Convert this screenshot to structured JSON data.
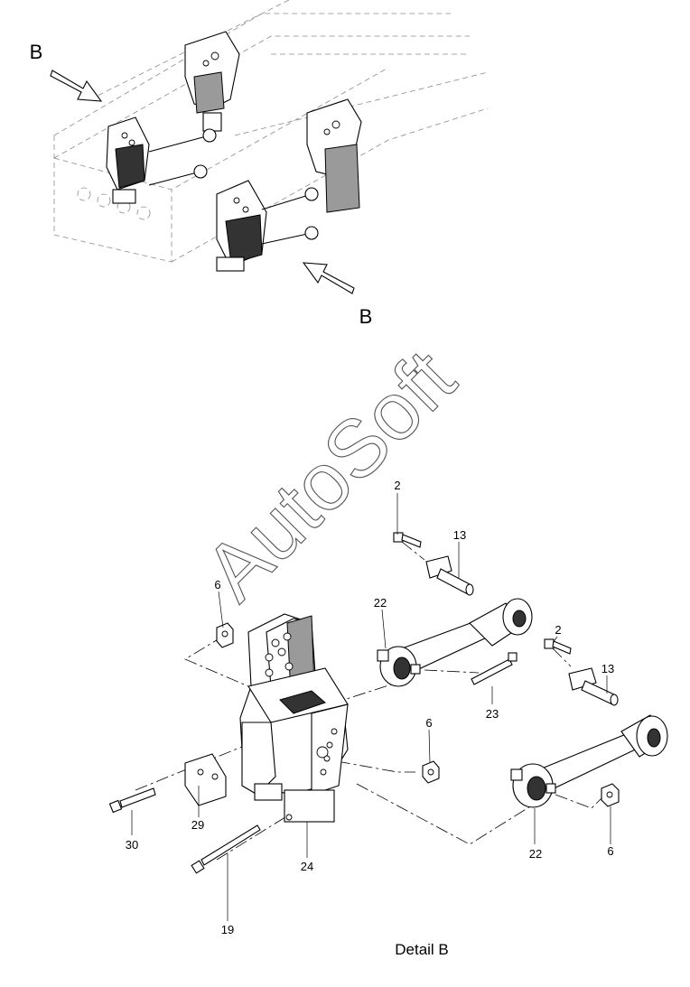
{
  "overview": {
    "view_marker_top": "B",
    "view_marker_bottom": "B"
  },
  "watermark": "AutoSoft",
  "callouts": [
    {
      "id": "c2a",
      "text": "2"
    },
    {
      "id": "c13a",
      "text": "13"
    },
    {
      "id": "c6a",
      "text": "6"
    },
    {
      "id": "c22a",
      "text": "22"
    },
    {
      "id": "c2b",
      "text": "2"
    },
    {
      "id": "c13b",
      "text": "13"
    },
    {
      "id": "c23",
      "text": "23"
    },
    {
      "id": "c6b",
      "text": "6"
    },
    {
      "id": "c30",
      "text": "30"
    },
    {
      "id": "c29",
      "text": "29"
    },
    {
      "id": "c24",
      "text": "24"
    },
    {
      "id": "c19",
      "text": "19"
    },
    {
      "id": "c22b",
      "text": "22"
    },
    {
      "id": "c6c",
      "text": "6"
    }
  ],
  "caption": "Detail B"
}
